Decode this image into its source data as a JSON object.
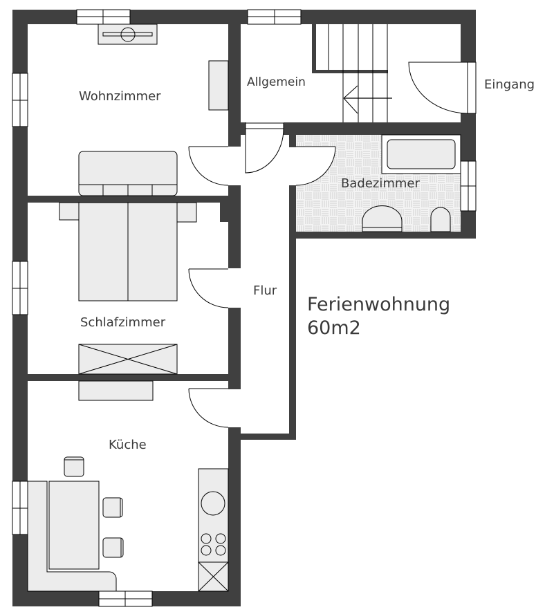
{
  "plan": {
    "title_line1": "Ferienwohnung",
    "title_line2": "60m2",
    "colors": {
      "wall": "#404040",
      "furniture": "#ececec",
      "line": "#000000",
      "tile": "#d8d8d8",
      "text": "#3a3a3a"
    },
    "rooms": [
      {
        "id": "wohnzimmer",
        "label": "Wohnzimmer"
      },
      {
        "id": "allgemein",
        "label": "Allgemein"
      },
      {
        "id": "eingang",
        "label": "Eingang"
      },
      {
        "id": "badezimmer",
        "label": "Badezimmer"
      },
      {
        "id": "schlafzimmer",
        "label": "Schlafzimmer"
      },
      {
        "id": "flur",
        "label": "Flur"
      },
      {
        "id": "kueche",
        "label": "Küche"
      }
    ]
  }
}
